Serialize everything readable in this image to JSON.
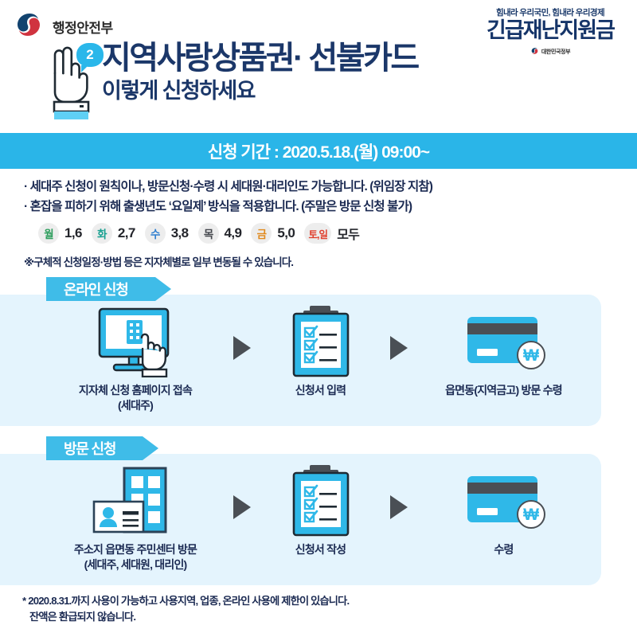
{
  "header": {
    "ministry_logo_icon": "taegeuk-logo-icon",
    "ministry_name": "행정안전부",
    "step_badge": "2",
    "hand_icon": "two-finger-hand-icon",
    "title_line1": "지역사랑상품권· 선불카드",
    "title_line2": "이렇게 신청하세요"
  },
  "brand": {
    "tagline": "힘내라 우리국민, 힘내라 우리경제",
    "name": "긴급재난지원금",
    "gov_icon": "taegeuk-logo-icon",
    "gov_label": "대한민국정부"
  },
  "period": {
    "text": "신청 기간 : 2020.5.18.(월) 09:00~",
    "bg_color": "#2ab5e8"
  },
  "bullets": [
    "· 세대주 신청이 원칙이나, 방문신청·수령 시 세대원·대리인도 가능합니다. (위임장 지참)",
    "· 혼잡을 피하기 위해  출생년도 ‘요일제’ 방식을 적용합니다. (주말은 방문 신청 불가)"
  ],
  "day_rule": [
    {
      "day": "월",
      "digits": "1,6",
      "color": "#2f9e5e"
    },
    {
      "day": "화",
      "digits": "2,7",
      "color": "#17a090"
    },
    {
      "day": "수",
      "digits": "3,8",
      "color": "#2f7fd0"
    },
    {
      "day": "목",
      "digits": "4,9",
      "color": "#44474d"
    },
    {
      "day": "금",
      "digits": "5,0",
      "color": "#e08a1e"
    },
    {
      "day": "토,일",
      "digits": "모두",
      "color": "#e0402e"
    }
  ],
  "note": "※구체적 신청일정·방법 등은 지자체별로 일부 변동될 수 있습니다.",
  "sections": [
    {
      "tag": "온라인 신청",
      "steps": [
        {
          "icon": "monitor-hand-click-icon",
          "caption": "지자체 신청 홈페이지 접속\n(세대주)"
        },
        {
          "icon": "clipboard-checklist-icon",
          "caption": "신청서 입력"
        },
        {
          "icon": "prepaid-card-won-icon",
          "caption": "읍면동(지역금고) 방문 수령"
        }
      ],
      "arrow_icon": "triangle-right-arrow-icon"
    },
    {
      "tag": "방문 신청",
      "steps": [
        {
          "icon": "building-id-card-icon",
          "caption": "주소지 읍면동 주민센터 방문\n(세대주, 세대원, 대리인)"
        },
        {
          "icon": "clipboard-checklist-icon",
          "caption": "신청서 작성"
        },
        {
          "icon": "prepaid-card-won-icon",
          "caption": "수령"
        }
      ],
      "arrow_icon": "triangle-right-arrow-icon"
    }
  ],
  "footer": [
    "* 2020.8.31.까지 사용이 가능하고 사용지역, 업종, 온라인 사용에 제한이 있습니다.",
    "잔액은 환급되지 않습니다."
  ],
  "colors": {
    "cyan": "#2ab5e8",
    "panel": "#e4f4fd",
    "navy": "#1b3769",
    "dark_gray": "#4a4f55"
  }
}
